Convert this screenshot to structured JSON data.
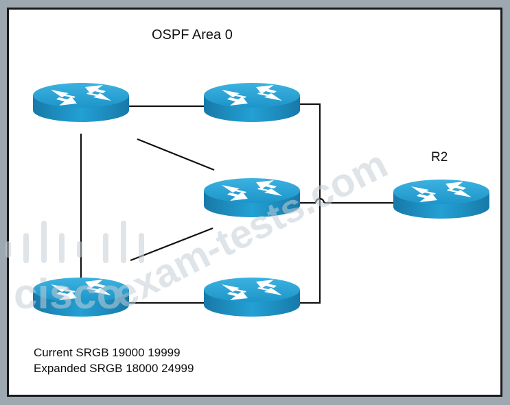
{
  "title": "OSPF Area 0",
  "r2_label": "R2",
  "srgb": {
    "current": "Current SRGB 19000  19999",
    "expanded": "Expanded SRGB 18000 24999"
  },
  "watermark": {
    "brand": "cisco",
    "site": "exam-tests.com"
  },
  "colors": {
    "router_top": "#2aa3d4",
    "router_side": "#1a86b9",
    "link": "#111111",
    "frame_bg": "#9ea8b0",
    "watermark": "#cbd3da"
  },
  "routers": [
    {
      "id": "router-top-left"
    },
    {
      "id": "router-top-middle"
    },
    {
      "id": "router-center"
    },
    {
      "id": "router-bottom-left"
    },
    {
      "id": "router-bottom-middle"
    },
    {
      "id": "router-r2"
    }
  ]
}
